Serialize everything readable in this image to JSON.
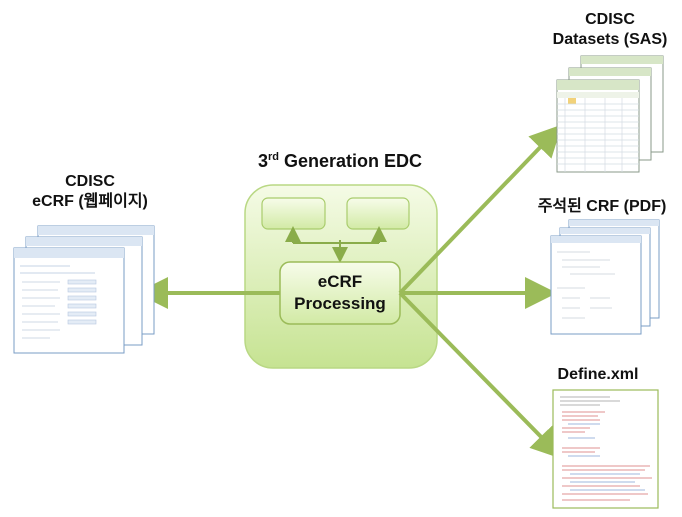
{
  "edc_title": {
    "prefix": "3",
    "superscript": "rd",
    "rest": " Generation EDC"
  },
  "processing_box": {
    "line1": "eCRF",
    "line2": "Processing"
  },
  "left_label": {
    "line1": "CDISC",
    "line2": "eCRF (웹페이지)"
  },
  "right_labels": {
    "datasets_line1": "CDISC",
    "datasets_line2": "Datasets (SAS)",
    "annotated_crf": "주석된 CRF (PDF)",
    "define_xml": "Define.xml"
  },
  "colors": {
    "arrow": "#9bbb59",
    "hub_fill_top": "#f4fbe2",
    "hub_fill_bottom": "#c9e59a",
    "hub_stroke": "#b5d67a"
  }
}
